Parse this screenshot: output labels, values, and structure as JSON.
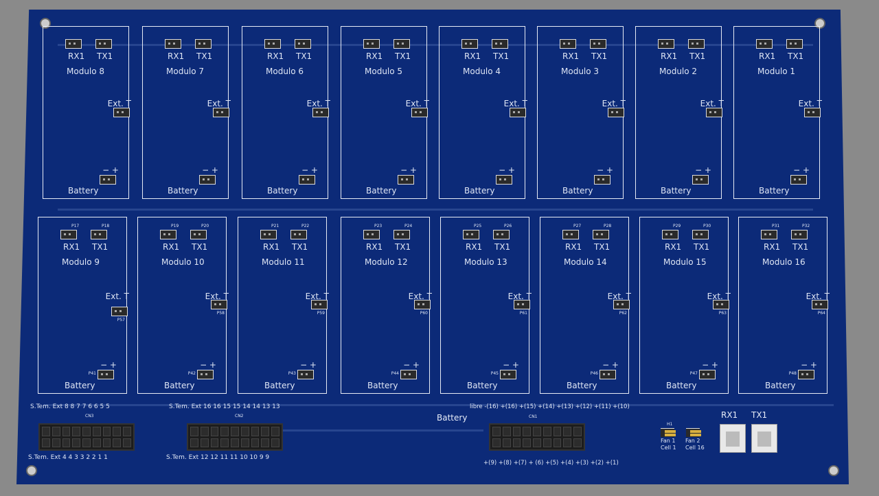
{
  "modules_top": [
    {
      "name": "Modulo 8"
    },
    {
      "name": "Modulo 7"
    },
    {
      "name": "Modulo 6"
    },
    {
      "name": "Modulo 5"
    },
    {
      "name": "Modulo 4"
    },
    {
      "name": "Modulo 3"
    },
    {
      "name": "Modulo 2"
    },
    {
      "name": "Modulo 1"
    }
  ],
  "modules_bottom": [
    {
      "name": "Modulo 9",
      "rx_pad": "P17",
      "tx_pad": "P18",
      "ext_pad": "P57",
      "bat_pad": "P41"
    },
    {
      "name": "Modulo 10",
      "rx_pad": "P19",
      "tx_pad": "P20",
      "ext_pad": "P58",
      "bat_pad": "P42"
    },
    {
      "name": "Modulo 11",
      "rx_pad": "P21",
      "tx_pad": "P22",
      "ext_pad": "P59",
      "bat_pad": "P43"
    },
    {
      "name": "Modulo 12",
      "rx_pad": "P23",
      "tx_pad": "P24",
      "ext_pad": "P60",
      "bat_pad": "P44"
    },
    {
      "name": "Modulo 13",
      "rx_pad": "P25",
      "tx_pad": "P26",
      "ext_pad": "P61",
      "bat_pad": "P45"
    },
    {
      "name": "Modulo 14",
      "rx_pad": "P27",
      "tx_pad": "P28",
      "ext_pad": "P62",
      "bat_pad": "P46"
    },
    {
      "name": "Modulo 15",
      "rx_pad": "P29",
      "tx_pad": "P30",
      "ext_pad": "P63",
      "bat_pad": "P47"
    },
    {
      "name": "Modulo 16",
      "rx_pad": "P31",
      "tx_pad": "P32",
      "ext_pad": "P64",
      "bat_pad": "P48"
    }
  ],
  "module_labels": {
    "rx": "RX1",
    "tx": "TX1",
    "ext": "Ext. T",
    "battery": "Battery",
    "minus_plus": "− +"
  },
  "cn3": {
    "ref": "CN3",
    "top": "S.Tem. Ext   8   8   7   7   6   6   5   5",
    "bottom": "S.Tem. Ext   4   4   3   3   2   2   1   1"
  },
  "cn2": {
    "ref": "CN2",
    "top": "S.Tem. Ext   16  16  15  15  14  14  13  13",
    "bottom": "S.Tem. Ext   12  12  11  11  10  10  9   9"
  },
  "cn1": {
    "ref": "CN1",
    "title": "Battery",
    "top": "libre -(16) +(16) +(15) +(14) +(13) +(12) +(11) +(10)",
    "bottom": "+(9) +(8) +(7) + (6) +(5) +(4) +(3) +(2) +(1)"
  },
  "fans": {
    "ref": "H1",
    "fan1": "Fan 1",
    "cell1": "Cell 1",
    "fan2": "Fan 2",
    "cell2": "Cell 16"
  },
  "uart": {
    "rx": "RX1",
    "tx": "TX1"
  }
}
